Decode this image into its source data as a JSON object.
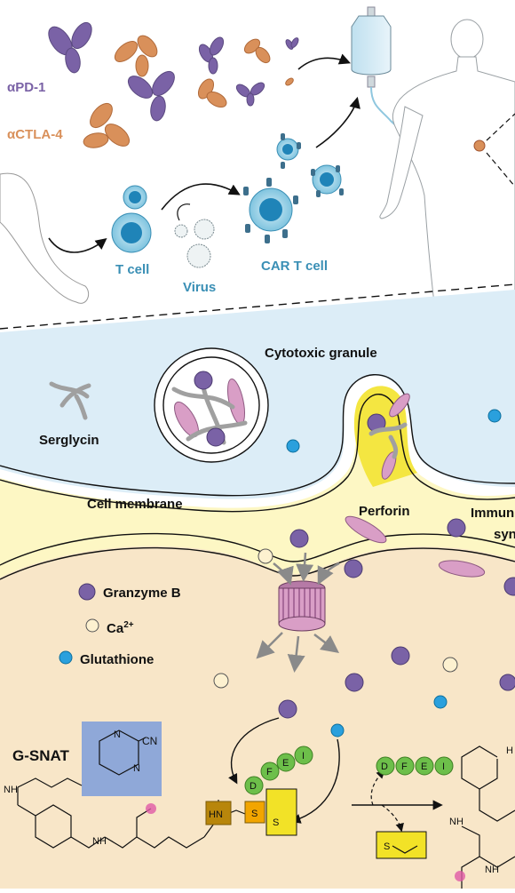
{
  "top_panel": {
    "antibody_pd1_label": "αPD-1",
    "antibody_ctla4_label": "αCTLA-4",
    "tcell_label": "T cell",
    "virus_label": "Virus",
    "car_tcell_label": "CAR T cell",
    "colors": {
      "pd1": "#7a62a6",
      "ctla4": "#d9905a",
      "cell_blue": "#4aa3c9"
    }
  },
  "bottom_panel": {
    "cytotoxic_granule_label": "Cytotoxic granule",
    "serglycin_label": "Serglycin",
    "cell_membrane_label": "Cell membrane",
    "perforin_label": "Perforin",
    "immune_synapse_label_line1": "Immun",
    "immune_synapse_label_line2": "syn",
    "legend": {
      "granzyme": "Granzyme B",
      "calcium": "Ca",
      "calcium_sup": "2+",
      "glutathione": "Glutathione"
    },
    "colors": {
      "upper_cell": "#dcedf7",
      "synapse": "#fdf7c4",
      "lower_cell": "#f8e6c8",
      "granzyme": "#7a62a6",
      "perforin": "#d99ec6",
      "glutathione": "#2aa0dd"
    }
  },
  "chemistry": {
    "probe_label": "G-SNAT",
    "cn_label": "CN",
    "n_atom": "N",
    "nh_label": "NH",
    "hn_label": "HN",
    "s_label": "S",
    "h_label": "H",
    "peptide": [
      "D",
      "F",
      "E",
      "I"
    ],
    "colors": {
      "peptide": "#6dbf4a",
      "hn_box": "#b8860b",
      "s_box": "#f2e227",
      "n_box": "#8fa8d8"
    }
  }
}
